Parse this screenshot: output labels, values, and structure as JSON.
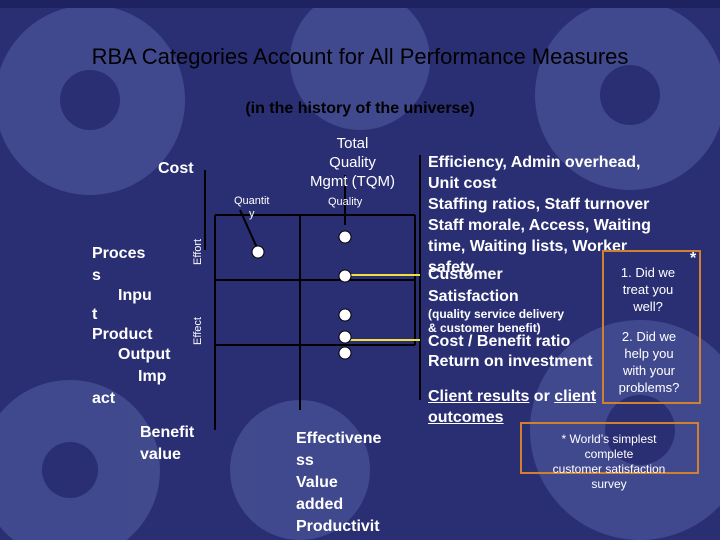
{
  "title": "RBA Categories Account for All Performance Measures",
  "subtitle": "(in the history of the universe)",
  "left": {
    "cost": "Cost",
    "process": [
      "Proces",
      "s"
    ],
    "input": "Inpu",
    "t": "t",
    "product": "Product",
    "output": "Output",
    "imp": "Imp",
    "act": "act",
    "benefit": [
      "Benefit",
      "value"
    ],
    "effort": "Effort",
    "effect": "Effect"
  },
  "grid": {
    "quantity": [
      "Quantit",
      "y"
    ],
    "quality": "Quality",
    "tqm": [
      "Total",
      "Quality",
      "Mgmt (TQM)"
    ],
    "effective": [
      "Effectivene",
      "ss",
      "Value",
      "added",
      "Productivit"
    ]
  },
  "right": {
    "lines": [
      "Efficiency, Admin overhead,",
      "Unit cost",
      "Staffing ratios, Staff turnover",
      "Staff morale, Access, Waiting",
      "time, Waiting lists, Worker",
      "safety"
    ],
    "customer": [
      "Customer",
      "Satisfaction"
    ],
    "quality_service": [
      "(quality service delivery",
      "& customer benefit)"
    ],
    "cost_benefit": [
      "Cost / Benefit ratio",
      "Return on investment"
    ],
    "client": [
      "Client results",
      " or ",
      "client",
      "outcomes"
    ]
  },
  "questions": {
    "star": "*",
    "q1": [
      "1. Did we",
      "treat you",
      "well?"
    ],
    "q2": [
      "2. Did we",
      "help you",
      "with your",
      "problems?"
    ]
  },
  "footnote": [
    "* World’s simplest",
    "complete",
    "customer satisfaction",
    "survey"
  ],
  "colors": {
    "background": "#2a2f73",
    "gear": "#4a5397",
    "title": "#000000",
    "accent": "#d08030",
    "dot": "#ffffff",
    "yellow_dot": "#f0e040"
  }
}
